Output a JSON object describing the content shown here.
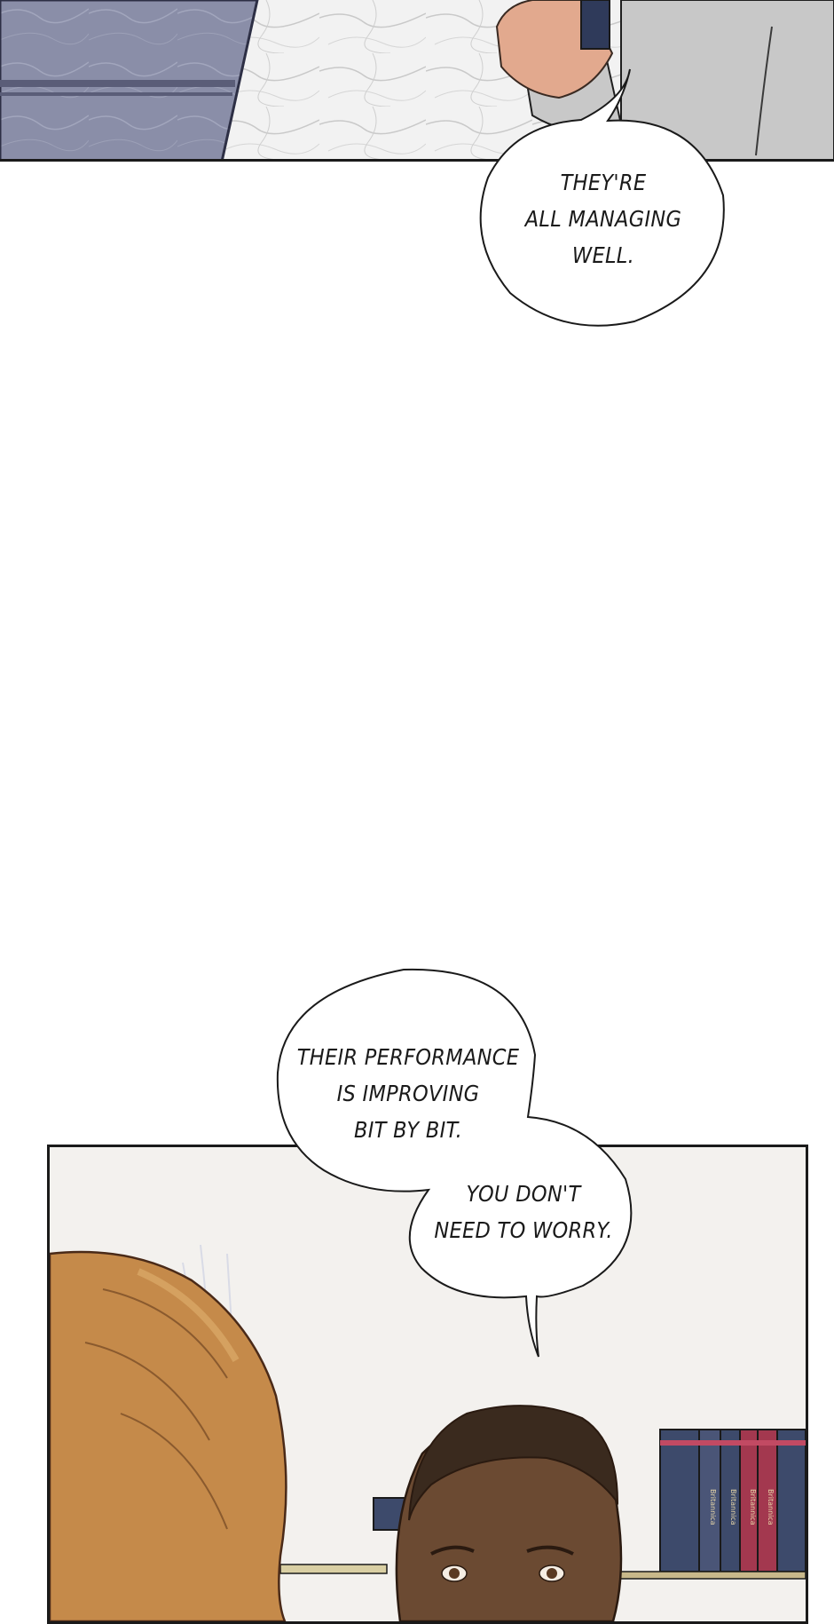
{
  "bubbles": {
    "top": {
      "lines": [
        "THEY'RE",
        "ALL MANAGING",
        "WELL."
      ]
    },
    "middle": {
      "lines": [
        "THEIR PERFORMANCE",
        "IS IMPROVING",
        "BIT BY BIT."
      ]
    },
    "bottom": {
      "lines": [
        "YOU DON'T",
        "NEED TO WORRY."
      ]
    }
  },
  "books": {
    "spine_label": "Britannica"
  },
  "colors": {
    "panel_border": "#1a1a1a",
    "marble_gray": "#8a8ea8",
    "hair_orange": "#c58a4a",
    "skin_dark": "#6b4a32",
    "book_navy": "#3d4a6b",
    "book_red": "#a3384f"
  }
}
